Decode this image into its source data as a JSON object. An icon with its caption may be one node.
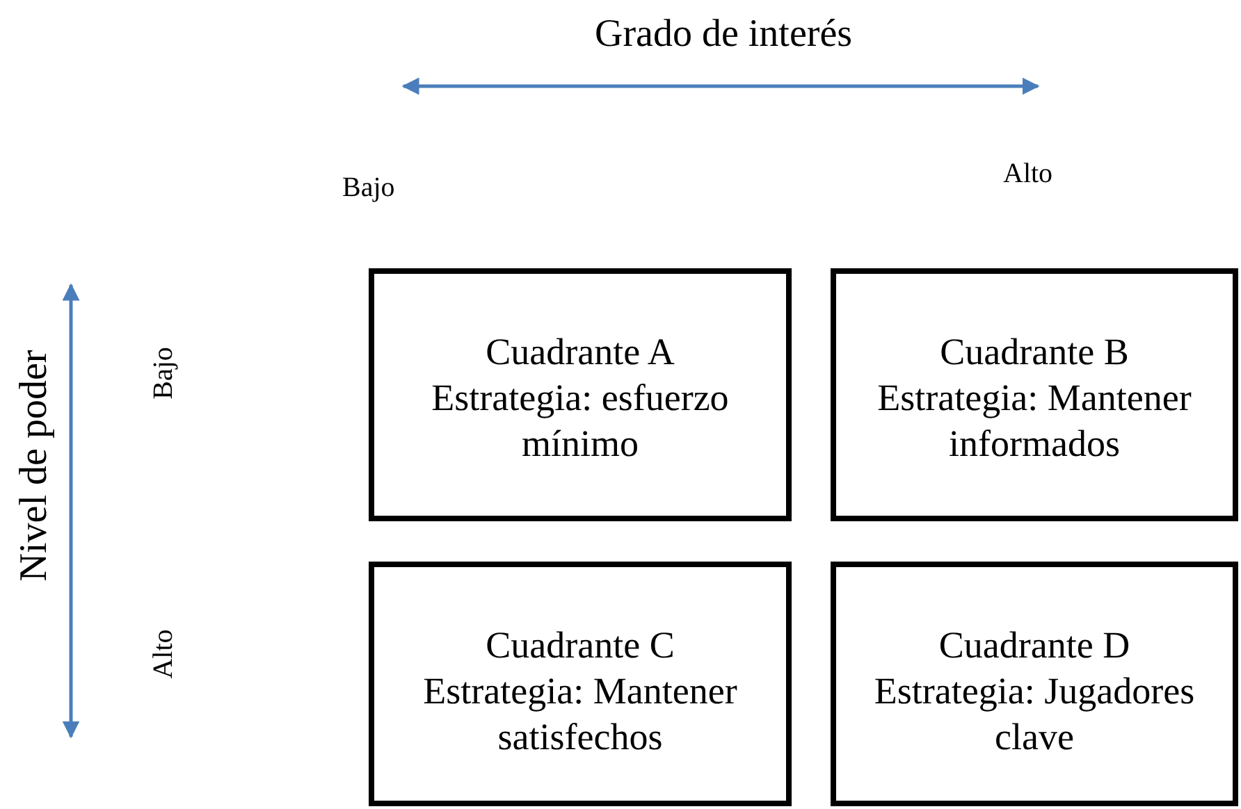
{
  "diagram": {
    "nodes": [
      {
        "text": [
          "Cuadrante A",
          "Estrategia: esfuerzo mínimo"
        ]
      },
      {
        "text": [
          "Cuadrante B",
          "Estrategia: Mantener informados"
        ]
      },
      {
        "text": [
          "Cuadrante C",
          "Estrategia: Mantener satisfechos"
        ]
      },
      {
        "text": [
          "Cuadrante D",
          "Estrategia: Jugadores clave"
        ]
      }
    ],
    "labels": [
      "Grado de interés",
      "Bajo",
      "Alto",
      "Nivel de poder",
      "Bajo",
      "Alto"
    ]
  }
}
